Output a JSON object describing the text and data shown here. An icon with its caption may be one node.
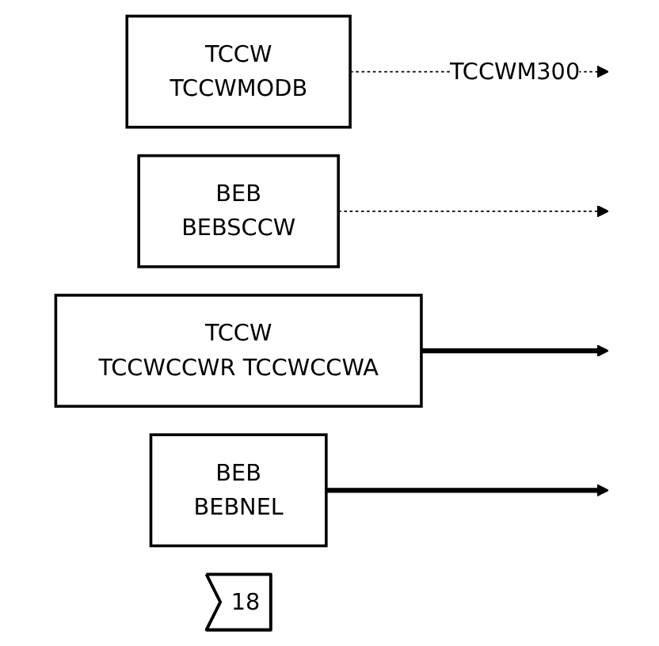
{
  "diagram": {
    "nodes": [
      {
        "text": [
          "TCCW",
          "TCCWMODB"
        ]
      },
      {
        "text": [
          "BEB",
          "BEBSCCW"
        ]
      },
      {
        "text": [
          "TCCW",
          "TCCWCCWR TCCWCCWA"
        ]
      },
      {
        "text": [
          "BEB",
          "BEBNEL"
        ]
      },
      {
        "text": [
          "18"
        ]
      }
    ],
    "edges": [
      {
        "from": 0,
        "to": null,
        "arrow": "to",
        "style": "dashed",
        "label": "TCCWM300"
      },
      {
        "from": 1,
        "to": null,
        "arrow": "to",
        "style": "dashed"
      },
      {
        "from": 2,
        "to": null,
        "arrow": "to",
        "style": "thick"
      },
      {
        "from": 3,
        "to": null,
        "arrow": "to",
        "style": "thick"
      }
    ]
  }
}
